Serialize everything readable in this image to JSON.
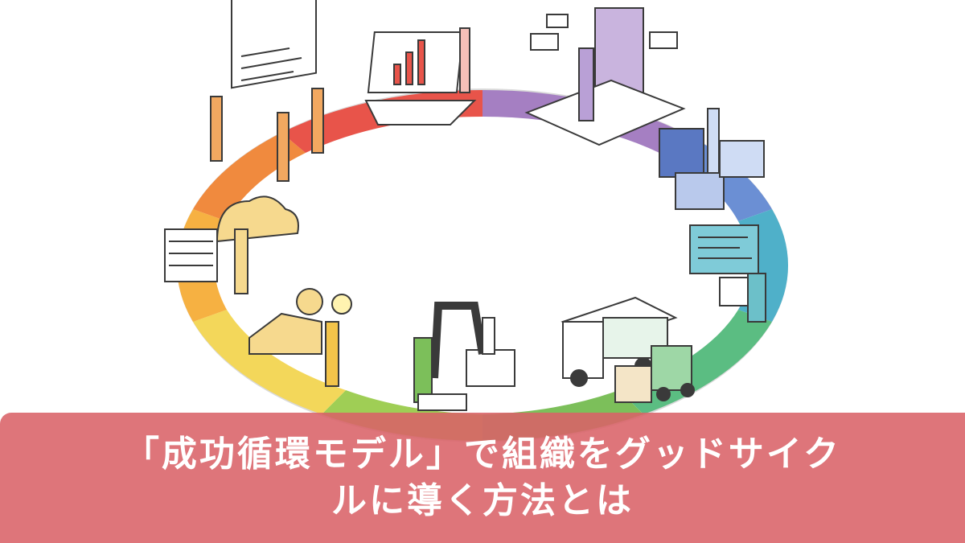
{
  "banner": {
    "title_line1": "「成功循環モデル」で組織をグッドサイク",
    "title_line2": "ルに導く方法とは"
  },
  "illustration": {
    "subject": "business cycle ring",
    "colors": {
      "ring": [
        "#ea6a45",
        "#e8544a",
        "#a57fc2",
        "#8b67b8",
        "#4a76c6",
        "#4fb0c9",
        "#5bbd82",
        "#7cbf5a",
        "#9fce55",
        "#f3d75a",
        "#f6b142",
        "#f08a3e"
      ],
      "banner": "#d96268",
      "line_art": "#3a3a3a"
    },
    "icons": [
      "presentation-board-icon",
      "analytics-laptop-icon",
      "tablet-messaging-icon",
      "office-files-icon",
      "computer-programming-icon",
      "delivery-truck-icon",
      "forklift-icon",
      "robot-arm-factory-icon",
      "idea-factory-icon",
      "cloud-server-icon"
    ]
  }
}
